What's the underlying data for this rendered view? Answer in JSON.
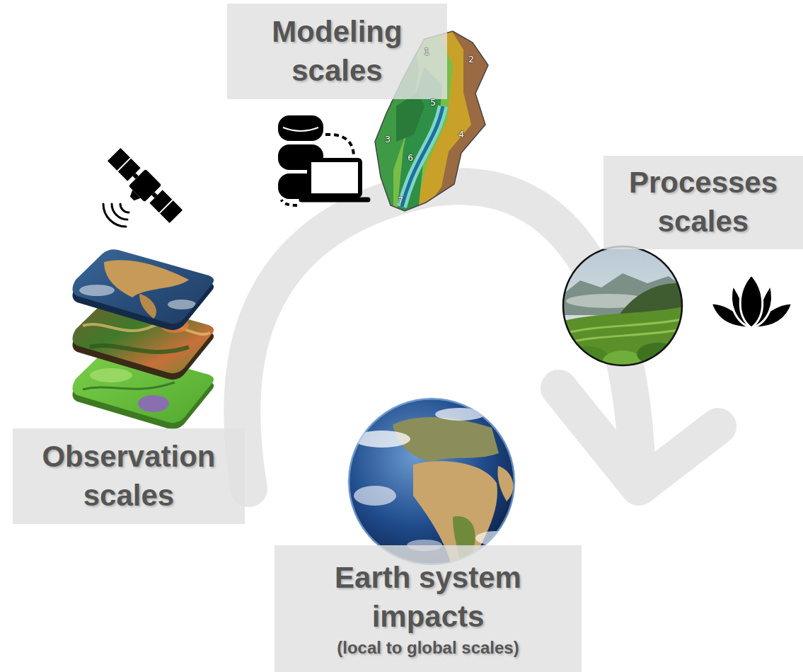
{
  "diagram": {
    "nodes": [
      {
        "text": [
          "Modeling scales"
        ]
      },
      {
        "text": [
          "Processes scales"
        ]
      },
      {
        "text": [
          "Observation scales"
        ]
      },
      {
        "text": [
          "Earth system impacts",
          "(local to global scales)"
        ]
      }
    ],
    "labels": [
      "1",
      "2",
      "3",
      "4",
      "5",
      "6",
      "7"
    ]
  }
}
